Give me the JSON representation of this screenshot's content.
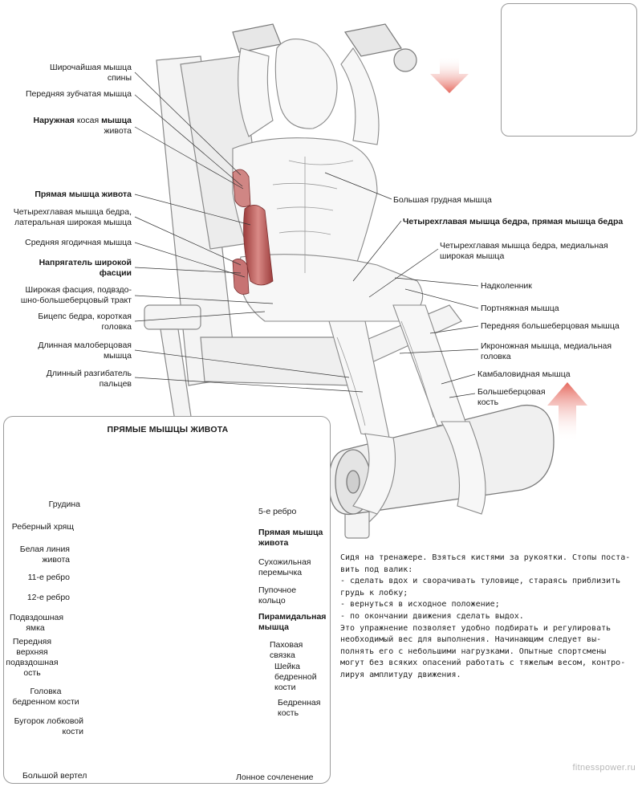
{
  "top_labels": {
    "latissimus": "Широчайшая мышца спины",
    "latissimus_l1": "Широчайшая мышца",
    "latissimus_l2": "спины",
    "serratus": "Передняя зубчатая мышца",
    "oblique_bold": "Наружная",
    "oblique_normal": " косая ",
    "oblique_bold2": "мышца",
    "oblique_l2": "живота",
    "rectus": "Прямая мышца живота",
    "vastus_lat_l1": "Четырехглавая мышца бедра,",
    "vastus_lat_l2": "латеральная широкая мышца",
    "glute_med": "Средняя ягодичная мышца",
    "tfl_l1": "Напрягатель широкой",
    "tfl_l2": "фасции",
    "it_tract_l1": "Широкая фасция, подвздо-",
    "it_tract_l2": "шно-большеберцовый тракт",
    "biceps_l1": "Бицепс бедра, короткая",
    "biceps_l2": "головка",
    "peroneus_l1": "Длинная малоберцовая",
    "peroneus_l2": "мышца",
    "ext_dig_l1": "Длинный разгибатель",
    "ext_dig_l2": "пальцев",
    "pectoralis": "Большая грудная мышца",
    "rectus_femoris": "Четырехглавая мышца бедра, прямая мышца бедра",
    "vastus_med_l1": "Четырехглавая мышца бедра, медиальная",
    "vastus_med_l2": "широкая мышца",
    "patella": "Надколенник",
    "sartorius": "Портняжная мышца",
    "tibialis": "Передняя большеберцовая мышца",
    "gastro_l1": "Икроножная мышца, медиальная",
    "gastro_l2": "головка",
    "soleus": "Камбаловидная мышца",
    "tibia_l1": "Большеберцовая",
    "tibia_l2": "кость"
  },
  "panel": {
    "title": "ПРЯМЫЕ МЫШЦЫ ЖИВОТА",
    "left": {
      "sternum": "Грудина",
      "costal": "Реберный хрящ",
      "linea_l1": "Белая линия",
      "linea_l2": "живота",
      "rib11": "11-е ребро",
      "rib12": "12-е ребро",
      "iliac_fossa_l1": "Подвздошная",
      "iliac_fossa_l2": "ямка",
      "asis_l1": "Передняя",
      "asis_l2": "верхняя",
      "asis_l3": "подвздошная",
      "asis_l4": "ость",
      "femur_head_l1": "Головка",
      "femur_head_l2": "бедренном кости",
      "pubic_tub_l1": "Бугорок лобковой",
      "pubic_tub_l2": "кости",
      "trochanter": "Большой вертел"
    },
    "right": {
      "rib5": "5-е ребро",
      "rectus_l1": "Прямая мышца",
      "rectus_l2": "живота",
      "tendinous_l1": "Сухожильная",
      "tendinous_l2": "перемычка",
      "umbilical_l1": "Пупочное",
      "umbilical_l2": "кольцо",
      "pyramidal_l1": "Пирамидальная",
      "pyramidal_l2": "мышца",
      "inguinal_l1": "Паховая",
      "inguinal_l2": "связка",
      "femur_neck_l1": "Шейка",
      "femur_neck_l2": "бедренной",
      "femur_neck_l3": "кости",
      "femur_l1": "Бедренная",
      "femur_l2": "кость",
      "symphysis": "Лонное сочленение"
    }
  },
  "description": {
    "line1": "Сидя на тренажере. Взяться кистями за рукоятки. Стопы поста-",
    "line2": "вить под валик:",
    "line3": "- сделать вдох и сворачивать туловище, стараясь приблизить",
    "line4": "грудь к лобку;",
    "line5": "- вернуться в исходное положение;",
    "line6": "- по окончании движения сделать выдох.",
    "line7": "Это упражнение позволяет удобно подбирать и регулировать",
    "line8": "необходимый вес для выполнения. Начинающим следует вы-",
    "line9": "полнять его с небольшими нагрузками. Опытные спортсмены",
    "line10": "могут без всяких опасений работать с тяжелым весом, контро-",
    "line11": "лируя амплитуду движения."
  },
  "footer": "fitnesspower.ru",
  "colors": {
    "muscle": "#c86a6a",
    "muscle_dark": "#9c3c3c",
    "arrow": "#e57a70",
    "line": "#444444",
    "sketch": "#8a8a8a"
  }
}
